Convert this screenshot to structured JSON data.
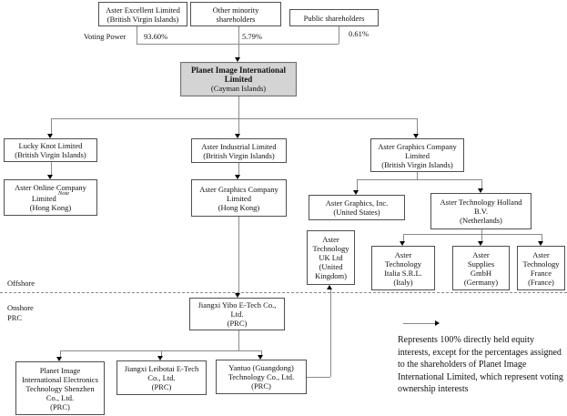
{
  "diagram": {
    "type": "corporate-structure-org-chart",
    "region_labels": {
      "offshore": "Offshore",
      "onshore_line1": "Onshore",
      "onshore_line2": "PRC"
    },
    "voting": {
      "label": "Voting Power",
      "percent_aster_excellent": "93.60%",
      "percent_other_minority": "5.79%",
      "percent_public": "0.61%"
    },
    "legend": {
      "text": "Represents 100% directly held equity interests, except for the percentages assigned to the shareholders of Planet Image International Limited, which represent voting ownership interests"
    },
    "boxes": {
      "aster_excellent": {
        "lines": [
          "Aster Excellent Limited",
          "(British Virgin Islands)"
        ]
      },
      "other_minority": {
        "lines": [
          "Other minority",
          "shareholders"
        ]
      },
      "public_shareholders": {
        "lines": [
          "Public shareholders"
        ]
      },
      "planet_image_cayman": {
        "bold1": "Planet Image International",
        "bold2": "Limited",
        "sub": "(Cayman Islands)"
      },
      "lucky_knot": {
        "lines": [
          "Lucky Knot Limited",
          "(British Virgin Islands)"
        ]
      },
      "aster_industrial": {
        "lines": [
          "Aster Industrial Limited",
          "(British Virgin Islands)"
        ]
      },
      "aster_graphics_bvi": {
        "lines": [
          "Aster Graphics Company",
          "Limited",
          "(British Virgin Islands)"
        ]
      },
      "aster_online": {
        "line1": "Aster Online Company",
        "line2": "Limited",
        "note_sup": "Note",
        "line3": "(Hong Kong)"
      },
      "aster_graphics_hk": {
        "lines": [
          "Aster Graphics Company",
          "Limited",
          "(Hong Kong)"
        ]
      },
      "aster_graphics_us": {
        "lines": [
          "Aster Graphics, Inc.",
          "(United States)"
        ]
      },
      "aster_holland": {
        "lines": [
          "Aster Technology Holland",
          "B.V.",
          "(Netherlands)"
        ]
      },
      "aster_uk": {
        "lines": [
          "Aster",
          "Technology",
          "UK Ltd",
          "(United",
          "Kingdom)"
        ]
      },
      "aster_italia": {
        "lines": [
          "Aster",
          "Technology",
          "Italia S.R.L.",
          "(Italy)"
        ]
      },
      "aster_supplies": {
        "lines": [
          "Aster",
          "Supplies",
          "GmbH",
          "(Germany)"
        ]
      },
      "aster_france": {
        "lines": [
          "Aster",
          "Technology",
          "France",
          "(France)"
        ]
      },
      "jiangxi_yibo": {
        "lines": [
          "Jiangxi Yibo E-Tech Co.,",
          "Ltd.",
          "(PRC)"
        ]
      },
      "planet_shenzhen": {
        "lines": [
          "Planet Image",
          "International Electronics",
          "Technology Shenzhen",
          "Co., Ltd.",
          "(PRC)"
        ]
      },
      "jiangxi_leibotai": {
        "lines": [
          "Jiangxi Leibotai E-Tech",
          "Co., Ltd.",
          "(PRC)"
        ]
      },
      "yantuo": {
        "lines": [
          "Yantuo (Guangdong)",
          "Technology Co., Ltd.",
          "(PRC)"
        ]
      }
    },
    "colors": {
      "highlight_box_fill": "#d4d4d4",
      "box_border": "#4f4f4f",
      "connector_line": "#8a8a8a",
      "arrow": "#000000",
      "text": "#111111"
    }
  }
}
